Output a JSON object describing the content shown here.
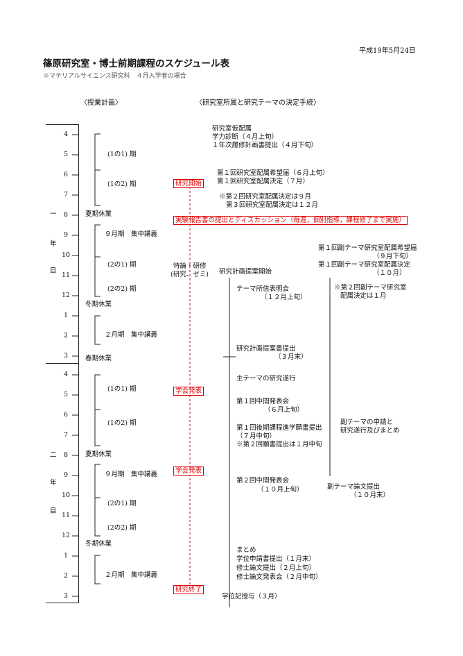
{
  "date": "平成19年5月24日",
  "title": "篠原研究室・博士前期課程のスケジュール表",
  "subtitle": "※マテリアルサイエンス研究科　４月入学者の場合",
  "headers": {
    "left": "〈授業計画〉",
    "right": "〈研究室所属と研究テーマの決定手続〉"
  },
  "year1": {
    "c1": "一",
    "c2": "年",
    "c3": "目",
    "months": [
      "4",
      "5",
      "6",
      "7",
      "8",
      "9",
      "10",
      "11",
      "12",
      "1",
      "2",
      "3"
    ]
  },
  "year2": {
    "c1": "二",
    "c2": "年",
    "c3": "目",
    "months": [
      "4",
      "5",
      "6",
      "7",
      "8",
      "9",
      "10",
      "11",
      "12",
      "1",
      "2",
      "3"
    ]
  },
  "terms1": [
    "(1の1) 期",
    "(1の2) 期",
    "夏期休業",
    "９月期　集中講義",
    "(2の1) 期",
    "(2の2) 期",
    "冬期休業",
    "２月期　集中講義",
    "春期休業"
  ],
  "terms2": [
    "(1の1) 期",
    "(1の2) 期",
    "夏期休業",
    "９月期　集中講義",
    "(2の1) 期",
    "(2の2) 期",
    "冬期休業",
    "２月期　集中講義"
  ],
  "seminar": {
    "line1": "特論・研修",
    "line2": "(研究、ゼミ)"
  },
  "red_boxes": {
    "start": "研究開始",
    "report": "実験報告書の提出とディスカッション（毎週，個別指導，課程修了まで実施）",
    "conf1": "学会発表",
    "conf2": "学会発表",
    "end": "研究終了"
  },
  "main": {
    "a1": "研究室仮配属",
    "a2": "学力診断（４月上旬）",
    "a3": "１年次履修計画書提出（４月下旬）",
    "b1": "第１回研究室配属希望届（６月上旬）",
    "b2": "第１回研究室配属決定（７月）",
    "c1": "※第２回研究室配属決定は９月",
    "c2": "第３回研究室配属決定は１２月",
    "plan": "研究計画提案開始",
    "d1": "テーマ所信表明会",
    "d2": "（１２月上旬）",
    "e1": "研究計画提案書提出",
    "e2": "（３月末）",
    "f1": "主テーマの研究遂行",
    "g1": "第１回中間発表会",
    "g2": "（６月上旬）",
    "h1": "第１回後期課程進学願書提出",
    "h2": "（７月中旬）",
    "h3": "※第２回願書提出は１月中旬",
    "i1": "第２回中間発表会",
    "i2": "（１０月上旬）",
    "j1": "まとめ",
    "j2": "学位申請書提出（１月末）",
    "j3": "修士論文提出（２月上旬）",
    "j4": "修士論文発表会（２月中旬）",
    "k1": "学位記授与（３月）"
  },
  "sub": {
    "a1": "第１回副テーマ研究室配属希望届",
    "a2": "（９月下旬）",
    "b1": "第１回副テーマ研究室配属決定",
    "b2": "（１０月）",
    "c1": "※第２回副テーマ研究室",
    "c2": "配属決定は１月",
    "d1": "副テーマの申請と",
    "d2": "研究遂行及びまとめ",
    "e1": "副テーマ論文提出",
    "e2": "（１０月末）"
  }
}
